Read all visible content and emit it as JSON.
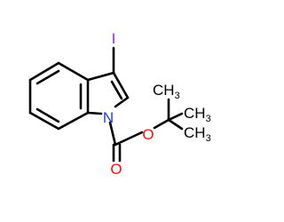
{
  "molecule": {
    "atoms": {
      "iodine": {
        "symbol": "I",
        "color": "#A020F0"
      },
      "nitrogen": {
        "symbol": "N",
        "color": "#1E3CDC"
      },
      "carbonyl_oxygen": {
        "symbol": "O",
        "color": "#FF0D0D"
      },
      "ester_oxygen": {
        "symbol": "O",
        "color": "#FF0D0D"
      },
      "methyl_top": {
        "symbol": "CH",
        "subscript": "3"
      },
      "methyl_right_top": {
        "symbol": "CH",
        "subscript": "3"
      },
      "methyl_right_bottom": {
        "symbol": "CH",
        "subscript": "3"
      }
    },
    "bond_color": "#000000"
  }
}
